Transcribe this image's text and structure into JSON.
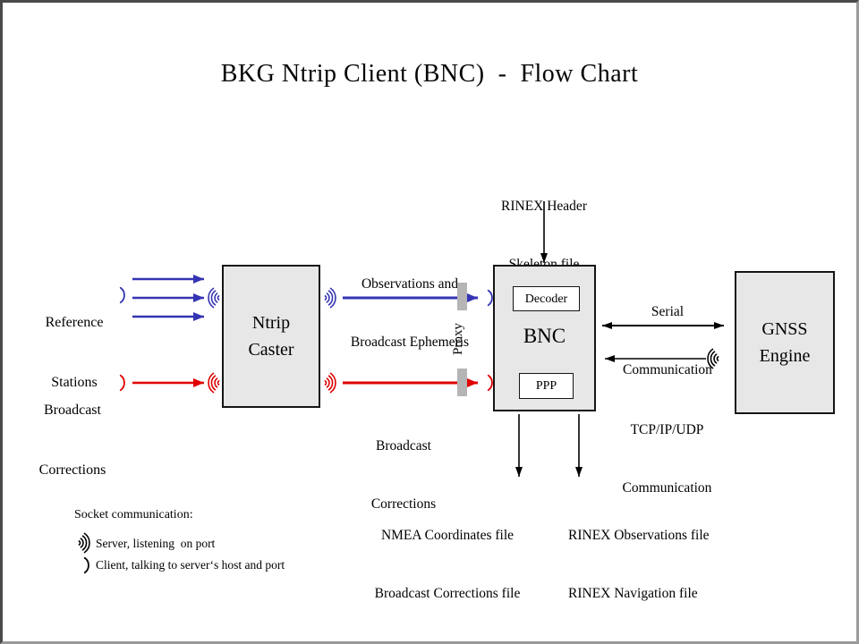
{
  "title": "BKG Ntrip Client (BNC)  -  Flow Chart",
  "colors": {
    "stream_blue": "#3434b4",
    "correction_red": "#e00000",
    "arrow_black": "#000000",
    "node_fill": "#e7e7e7",
    "proxy_gray": "#b5b5b5"
  },
  "nodes": {
    "ntrip_caster": {
      "line1": "Ntrip",
      "line2": "Caster"
    },
    "bnc": {
      "label": "BNC",
      "decoder_label": "Decoder",
      "ppp_label": "PPP"
    },
    "gnss_engine": {
      "line1": "GNSS",
      "line2": "Engine"
    }
  },
  "labels": {
    "reference_stations": {
      "line1": "Reference",
      "line2": "Stations"
    },
    "broadcast_corrections_input": {
      "line1": "Broadcast",
      "line2": "Corrections"
    },
    "observations_stream": {
      "line1": "Observations and",
      "line2": "Broadcast Ephemeris"
    },
    "broadcast_corrections_stream": {
      "line1": "Broadcast",
      "line2": "Corrections"
    },
    "rinex_header": {
      "line1": "RINEX Header",
      "line2": "Skeleton file"
    },
    "serial_comm": {
      "line1": "Serial",
      "line2": "Communication"
    },
    "tcp_comm": {
      "line1": "TCP/IP/UDP",
      "line2": "Communication"
    },
    "proxy": "Proxy",
    "nmea_files": {
      "line1": "NMEA Coordinates file",
      "line2": "Broadcast Corrections file"
    },
    "rinex_files": {
      "line1": "RINEX Observations file",
      "line2": "RINEX Navigation file"
    }
  },
  "legend": {
    "title": "Socket communication:",
    "server": "Server, listening  on port",
    "client": "Client, talking to server‘s host and port"
  }
}
